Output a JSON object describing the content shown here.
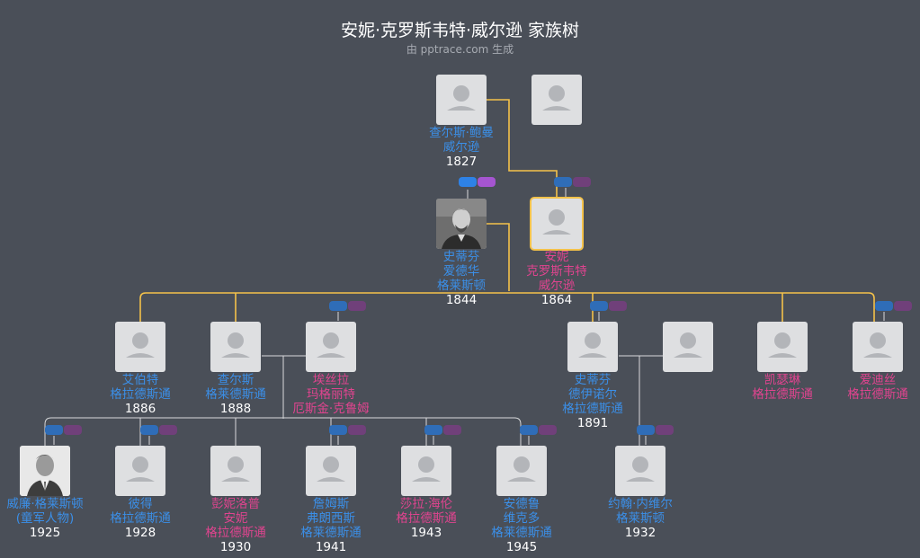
{
  "title": "安妮·克罗斯韦特·威尔逊 家族树",
  "subtitle": "由 pptrace.com 生成",
  "colors": {
    "background": "#4a4f58",
    "male": "#3b8fe8",
    "female": "#e0448f",
    "highlight_line": "#f4c24a",
    "link_line": "#d9dadc"
  },
  "people": [
    {
      "id": "charles_wilson",
      "gender": "m",
      "lines": [
        "查尔斯·鲍曼",
        "威尔逊"
      ],
      "year": "1827"
    },
    {
      "id": "charles_spouse",
      "gender": "f",
      "lines": [],
      "year": ""
    },
    {
      "id": "steven_edward",
      "gender": "m",
      "lines": [
        "史蒂芬",
        "爱德华",
        "格莱斯顿"
      ],
      "year": "1844",
      "photo": true
    },
    {
      "id": "annie",
      "gender": "f",
      "lines": [
        "安妮",
        "克罗斯韦特",
        "威尔逊"
      ],
      "year": "1864",
      "highlight": true
    },
    {
      "id": "albert",
      "gender": "m",
      "lines": [
        "艾伯特",
        "格拉德斯通"
      ],
      "year": "1886"
    },
    {
      "id": "charles_g",
      "gender": "m",
      "lines": [
        "查尔斯",
        "格莱德斯通"
      ],
      "year": "1888"
    },
    {
      "id": "ethel",
      "gender": "f",
      "lines": [
        "埃丝拉",
        "玛格丽特",
        "厄斯金·克鲁姆"
      ],
      "year": ""
    },
    {
      "id": "steven_d",
      "gender": "m",
      "lines": [
        "史蒂芬",
        "德伊诺尔",
        "格拉德斯通"
      ],
      "year": "1891"
    },
    {
      "id": "steven_spouse",
      "gender": "f",
      "lines": [],
      "year": ""
    },
    {
      "id": "katherine",
      "gender": "f",
      "lines": [
        "凯瑟琳",
        "格拉德斯通"
      ],
      "year": ""
    },
    {
      "id": "edith",
      "gender": "f",
      "lines": [
        "爱迪丝",
        "格拉德斯通"
      ],
      "year": ""
    },
    {
      "id": "william",
      "gender": "m",
      "lines": [
        "威廉·格莱斯顿",
        "(童军人物)"
      ],
      "year": "1925",
      "photo": true
    },
    {
      "id": "peter",
      "gender": "m",
      "lines": [
        "彼得",
        "格拉德斯通"
      ],
      "year": "1928"
    },
    {
      "id": "penelope",
      "gender": "f",
      "lines": [
        "彭妮洛普",
        "安妮",
        "格拉德斯通"
      ],
      "year": "1930"
    },
    {
      "id": "james",
      "gender": "m",
      "lines": [
        "詹姆斯",
        "弗朗西斯",
        "格莱德斯通"
      ],
      "year": "1941"
    },
    {
      "id": "sarah",
      "gender": "f",
      "lines": [
        "莎拉·海伦",
        "格拉德斯通"
      ],
      "year": "1943"
    },
    {
      "id": "andrew",
      "gender": "m",
      "lines": [
        "安德鲁",
        "维克多",
        "格莱德斯通"
      ],
      "year": "1945"
    },
    {
      "id": "john",
      "gender": "m",
      "lines": [
        "约翰·内维尔",
        "格莱斯顿"
      ],
      "year": "1932"
    }
  ]
}
